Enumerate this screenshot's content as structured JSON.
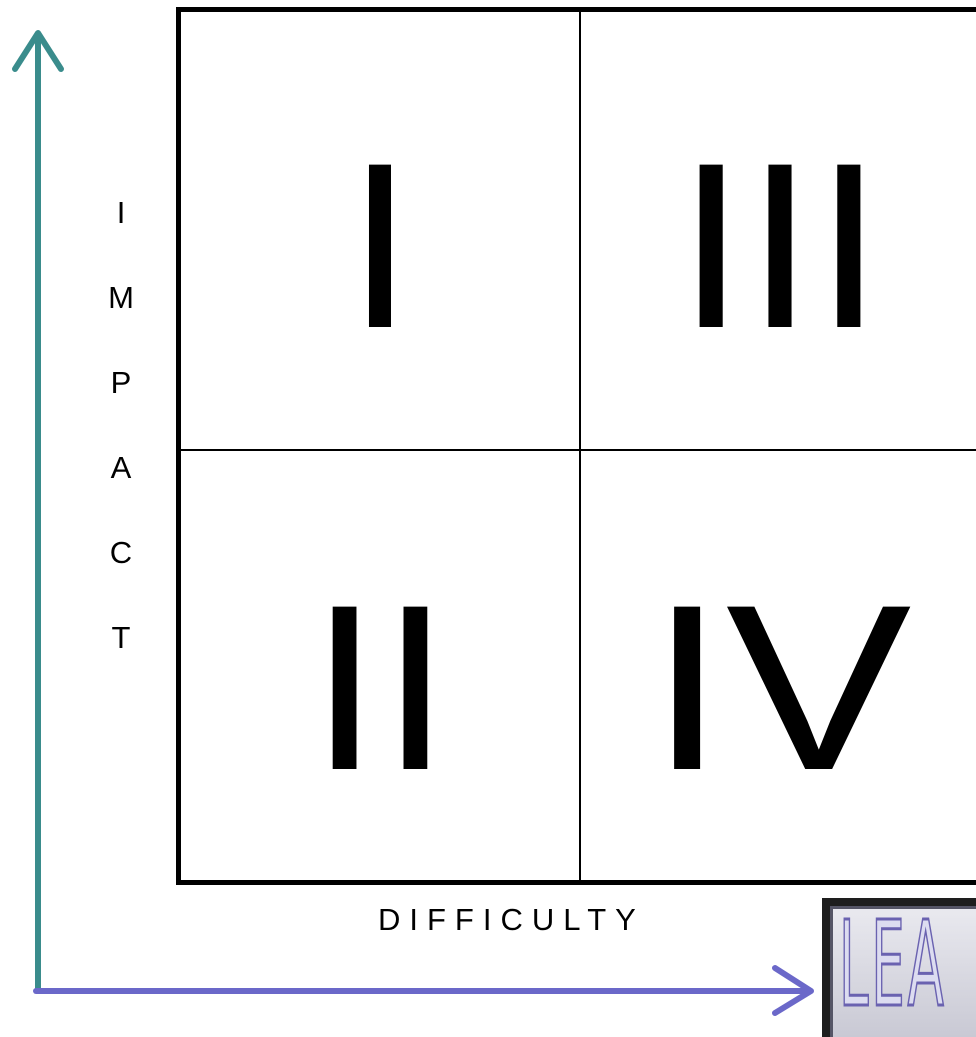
{
  "quadrants": {
    "top_left": "I",
    "top_right": "III",
    "bottom_left": "II",
    "bottom_right": "IV"
  },
  "axes": {
    "y_label_letters": [
      "I",
      "M",
      "P",
      "A",
      "C",
      "T"
    ],
    "x_label": "DIFFICULTY",
    "y_axis_color": "#3a8c8c",
    "x_axis_color": "#6b68c9"
  },
  "logo": {
    "text": "LEA"
  }
}
